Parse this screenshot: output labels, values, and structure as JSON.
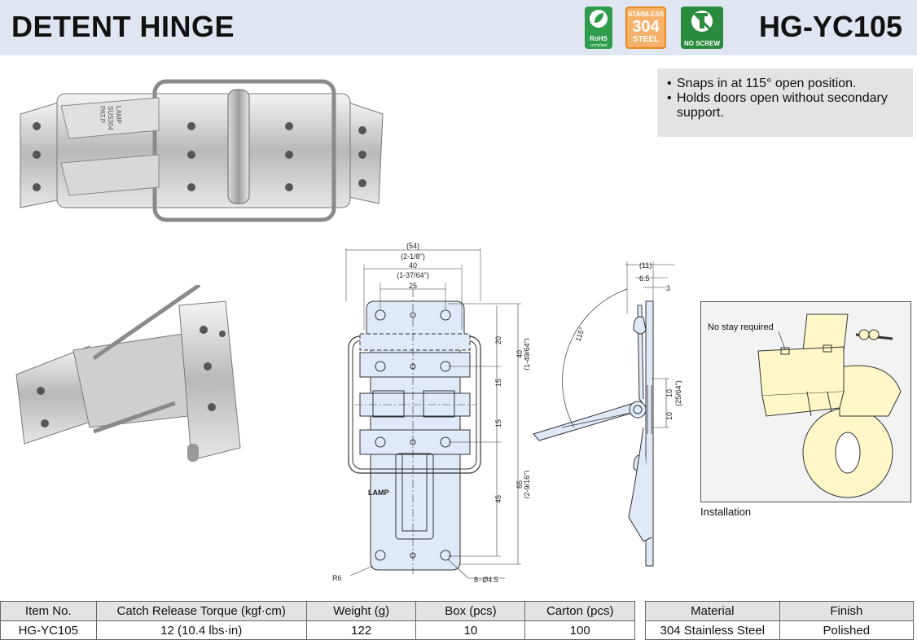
{
  "header": {
    "title": "DETENT HINGE",
    "model": "HG-YC105",
    "badges": {
      "rohs": "RoHS",
      "rohs_sub": "compliant",
      "ss_top": "STAINLESS",
      "ss_num": "304",
      "ss_bottom": "STEEL",
      "no_screw": "NO SCREW"
    }
  },
  "photo": {
    "embossed_brand": "LAMP",
    "embossed_material": "SUS304",
    "embossed_pat": "PAT.P"
  },
  "features": [
    "Snaps in at 115° open position.",
    "Holds doors open without secondary support."
  ],
  "drawing": {
    "brand": "LAMP",
    "dims": {
      "w54": "(54)",
      "w54_in": "(2-1/8\")",
      "w40": "40",
      "w40_in": "(1-37/64\")",
      "w25": "25",
      "h20": "20",
      "h15a": "15",
      "h15b": "15",
      "h45": "45",
      "h40": "40",
      "h40_in": "(1-49/64\")",
      "h65": "65",
      "h65_in": "(2-9/16\")",
      "r6": "R6",
      "holes": "8−Ø4.5",
      "s11": "(11)",
      "s65": "6.5",
      "s3": "3",
      "s10a": "10",
      "s10b": "10",
      "s10_in": "(25/64\")",
      "angle": "115°"
    }
  },
  "installation": {
    "note": "No stay required",
    "caption": "Installation"
  },
  "spec_table": {
    "headers": [
      "Item No.",
      "Catch Release Torque (kgf·cm)",
      "Weight (g)",
      "Box (pcs)",
      "Carton (pcs)"
    ],
    "row": [
      "HG-YC105",
      "12 (10.4 lbs·in)",
      "122",
      "10",
      "100"
    ]
  },
  "material_table": {
    "headers": [
      "Material",
      "Finish"
    ],
    "row": [
      "304 Stainless Steel",
      "Polished"
    ]
  },
  "colors": {
    "header_bg": "#dfe6f1",
    "feature_bg": "#e3e3e3",
    "drawing_fill": "#dfe9f7",
    "rohs_green": "#2e9b4d",
    "steel_orange": "#f6b26b"
  }
}
